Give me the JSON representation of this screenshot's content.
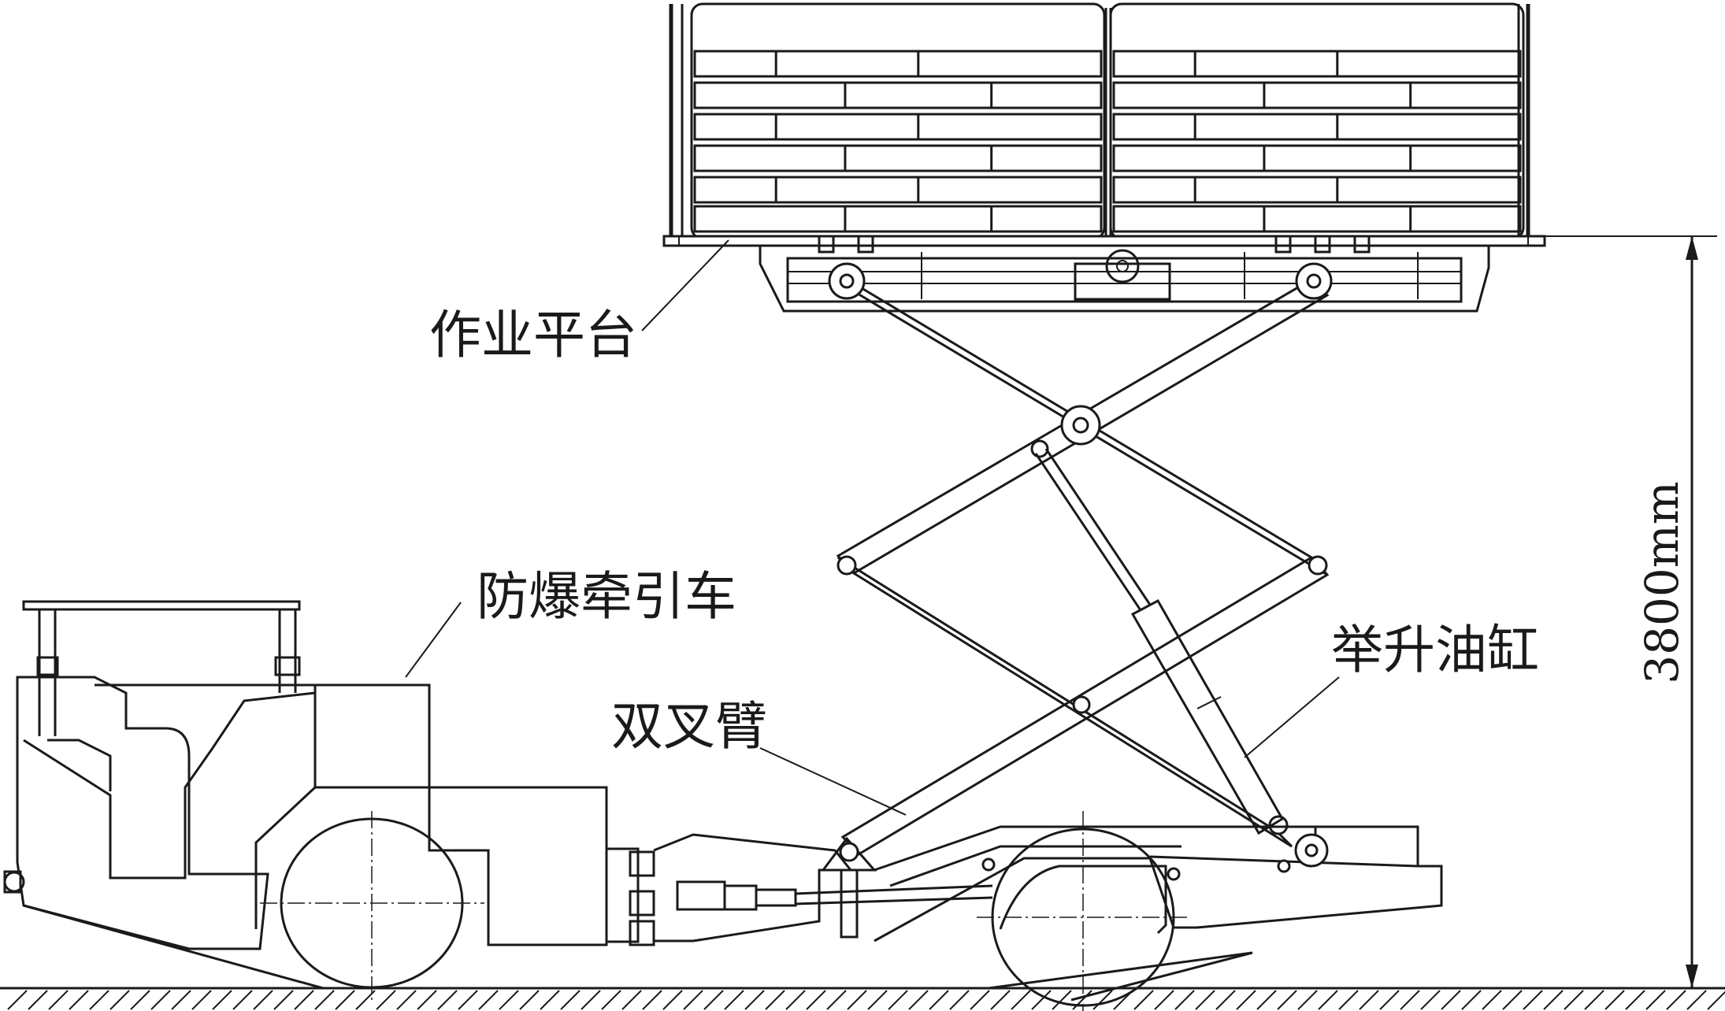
{
  "labels": {
    "platform": "作业平台",
    "tractor": "防爆牵引车",
    "arm": "双叉臂",
    "cylinder": "举升油缸"
  },
  "dimension": {
    "height": "3800mm"
  }
}
